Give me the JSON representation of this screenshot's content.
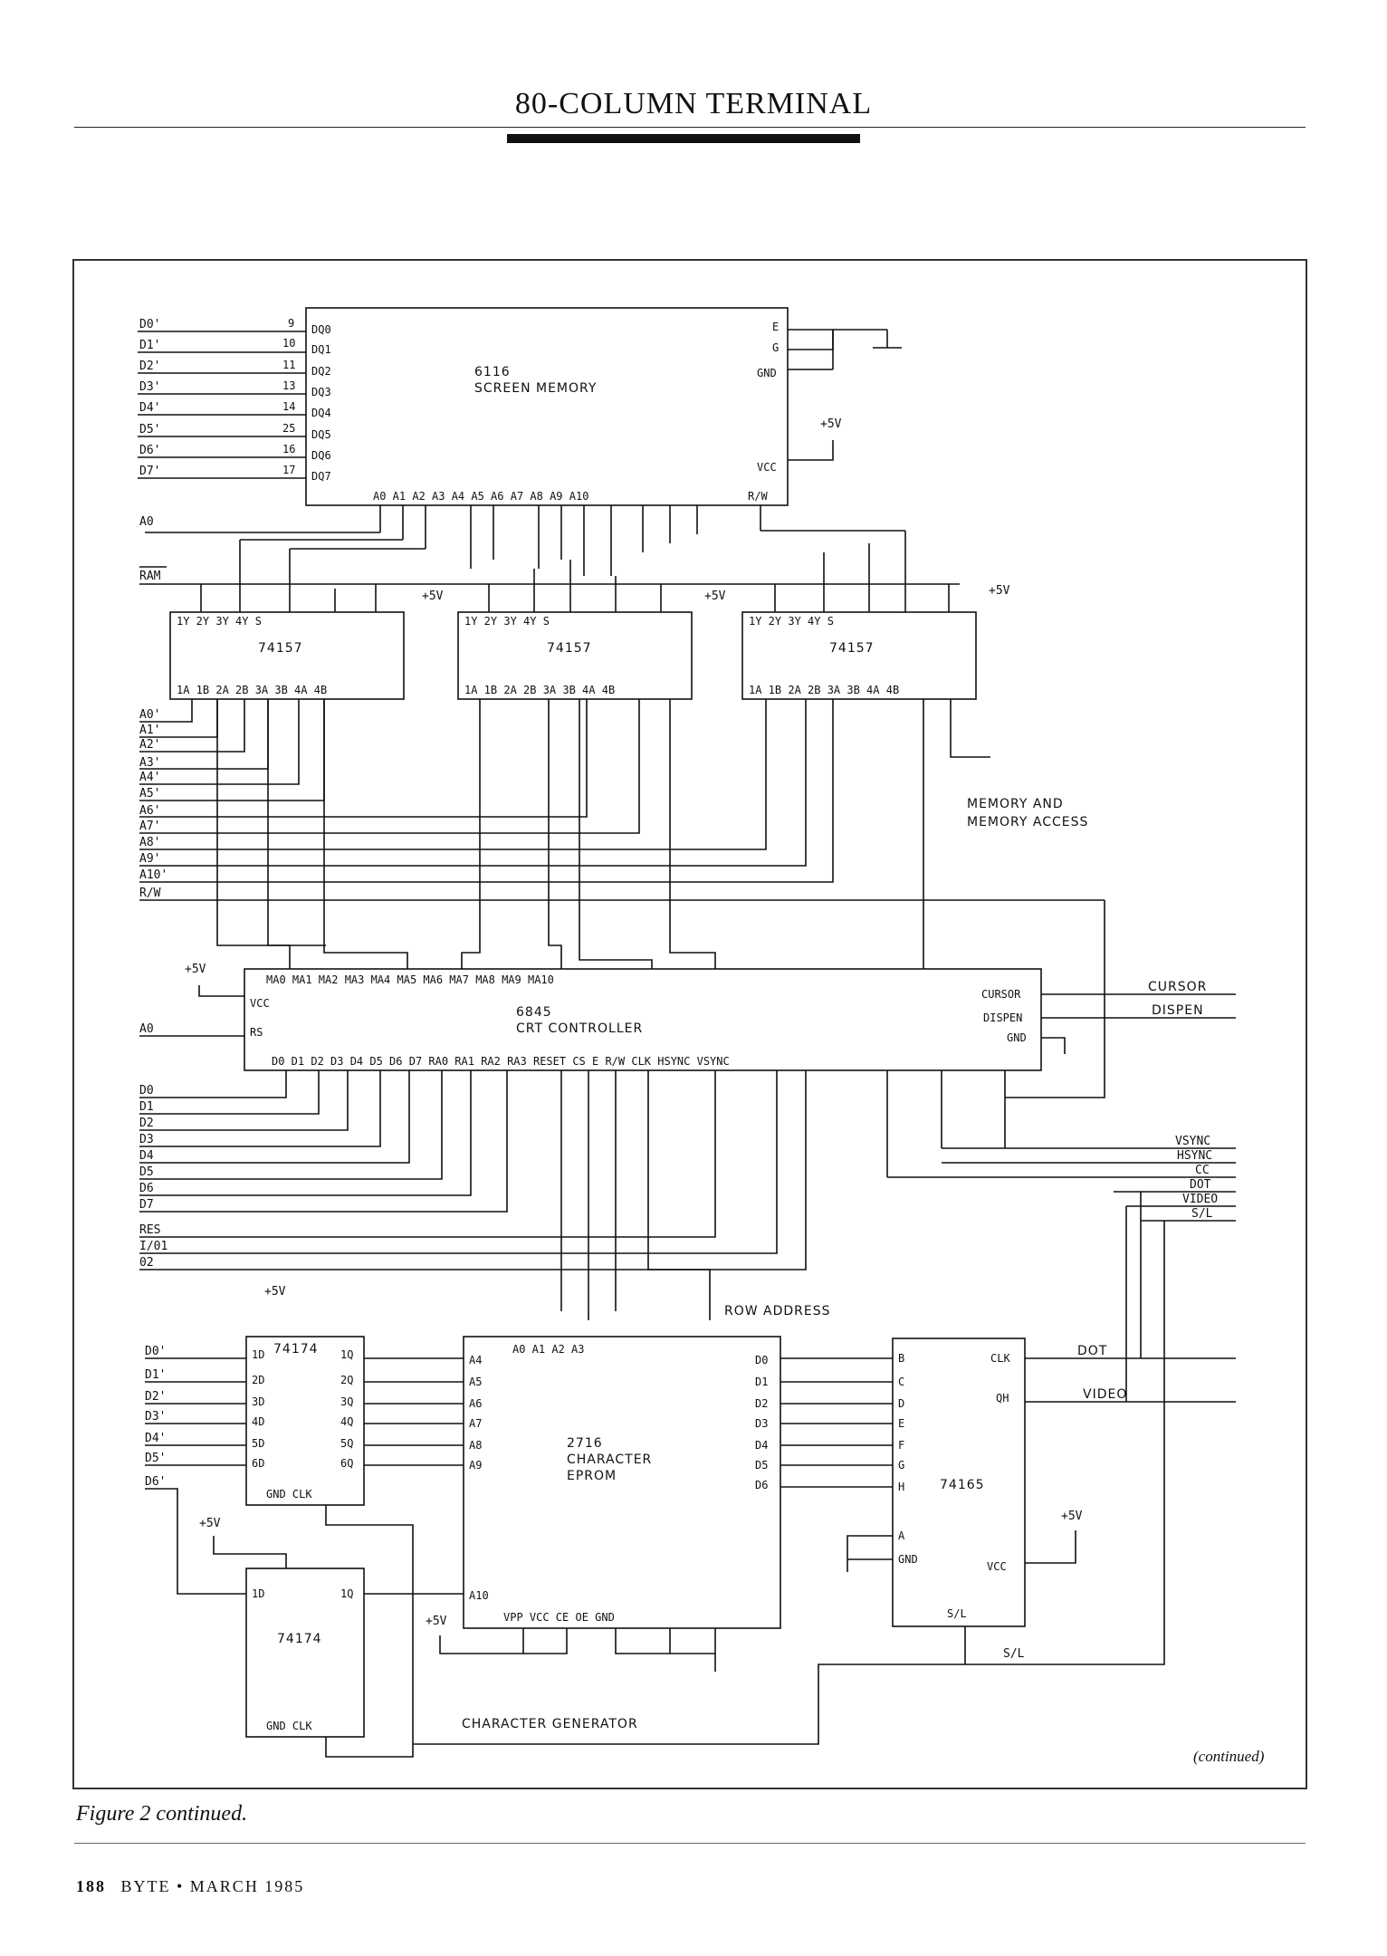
{
  "header": {
    "title": "80-COLUMN TERMINAL"
  },
  "caption": "Figure 2 continued.",
  "continued": "(continued)",
  "footer": {
    "page": "188",
    "mag": "BYTE • MARCH 1985"
  },
  "sections": {
    "memory": "MEMORY AND",
    "memory2": "MEMORY ACCESS",
    "chargen": "CHARACTER GENERATOR",
    "rowaddr": "ROW ADDRESS"
  },
  "chips": {
    "ram": {
      "name": "6116",
      "desc": "SCREEN MEMORY"
    },
    "mux": "74157",
    "crt": {
      "name": "6845",
      "desc": "CRT CONTROLLER"
    },
    "latch": "74174",
    "eprom": {
      "name": "2716",
      "desc": "CHARACTER",
      "desc2": "EPROM"
    },
    "shift": "74165"
  },
  "signals": {
    "data_in": [
      "D0'",
      "D1'",
      "D2'",
      "D3'",
      "D4'",
      "D5'",
      "D6'",
      "D7'"
    ],
    "addr_out": [
      "A0'",
      "A1'",
      "A2'",
      "A3'",
      "A4'",
      "A5'",
      "A6'",
      "A7'",
      "A8'",
      "A9'",
      "A10'",
      "R/W"
    ],
    "data_bus": [
      "D0",
      "D1",
      "D2",
      "D3",
      "D4",
      "D5",
      "D6",
      "D7"
    ],
    "ctl": [
      "RES",
      "I/01",
      "02"
    ],
    "right_out": [
      "VSYNC",
      "HSYNC",
      "CC",
      "DOT",
      "VIDEO",
      "S/L"
    ],
    "a0": "A0",
    "ram": "RAM",
    "cursor": "CURSOR",
    "dispen": "DISPEN",
    "plus5v": "+5V",
    "dot": "DOT",
    "video": "VIDEO",
    "sl": "S/L"
  }
}
